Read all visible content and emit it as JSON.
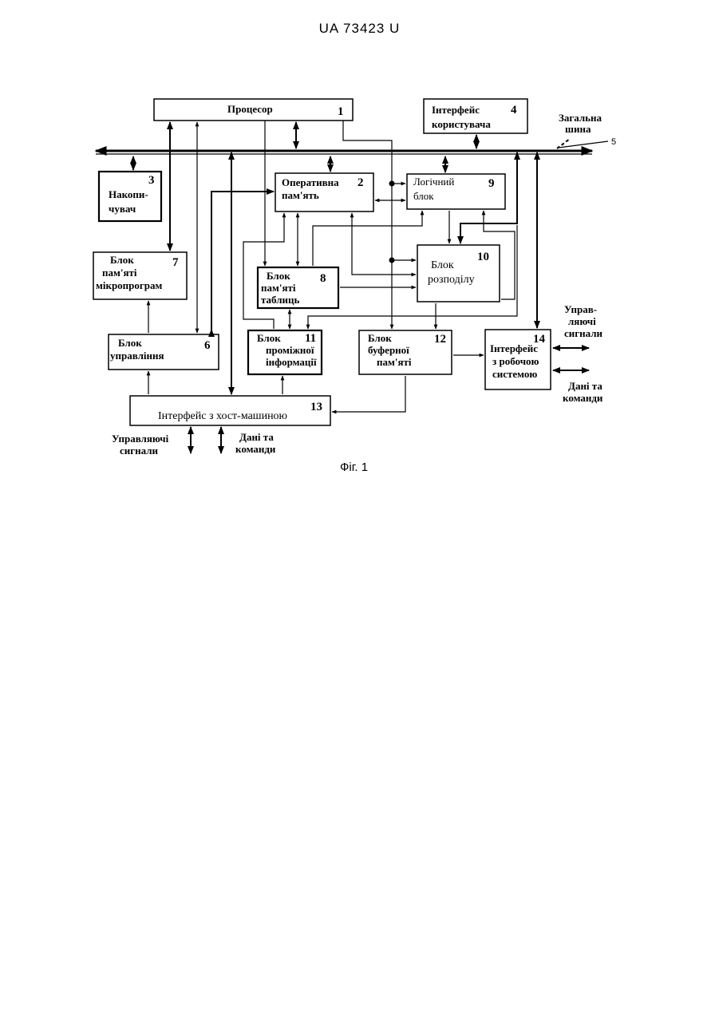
{
  "header": "UA   73423   U",
  "figure_caption": "Фіг. 1",
  "bus": {
    "label_1": "Загальна",
    "label_2": "шина",
    "number": "5"
  },
  "blocks": {
    "processor": {
      "lines": [
        "Процесор"
      ],
      "number": "1"
    },
    "ram": {
      "lines": [
        "Оперативна",
        "пам'ять"
      ],
      "number": "2"
    },
    "storage": {
      "lines": [
        "Накопи-",
        "чувач"
      ],
      "number": "3"
    },
    "user_interface": {
      "lines": [
        "Інтерфейс",
        "користувача"
      ],
      "number": "4"
    },
    "control_unit": {
      "lines": [
        "Блок",
        "управління"
      ],
      "number": "6"
    },
    "microprogram_memory": {
      "lines": [
        "Блок",
        "пам'яті",
        "мікропрограм"
      ],
      "number": "7"
    },
    "table_memory": {
      "lines": [
        "Блок",
        "пам'яті",
        "таблиць"
      ],
      "number": "8"
    },
    "logic_unit": {
      "lines": [
        "Логічний",
        "блок"
      ],
      "number": "9"
    },
    "distribution_unit": {
      "lines": [
        "Блок",
        "розподілу"
      ],
      "number": "10"
    },
    "intermediate_info": {
      "lines": [
        "Блок",
        "проміжної",
        "інформації"
      ],
      "number": "11"
    },
    "buffer_memory": {
      "lines": [
        "Блок",
        "буферної",
        "пам'яті"
      ],
      "number": "12"
    },
    "host_interface": {
      "lines": [
        "Інтерфейс з хост-машиною"
      ],
      "number": "13"
    },
    "work_system_interface": {
      "lines": [
        "Інтерфейс",
        "з робочою",
        "системою"
      ],
      "number": "14"
    }
  },
  "io_labels": {
    "right_control": [
      "Управ-",
      "ляючі",
      "сигнали"
    ],
    "right_data": [
      "Дані та",
      "команди"
    ],
    "bottom_control": [
      "Управляючі",
      "сигнали"
    ],
    "bottom_data": [
      "Дані та",
      "команди"
    ]
  }
}
